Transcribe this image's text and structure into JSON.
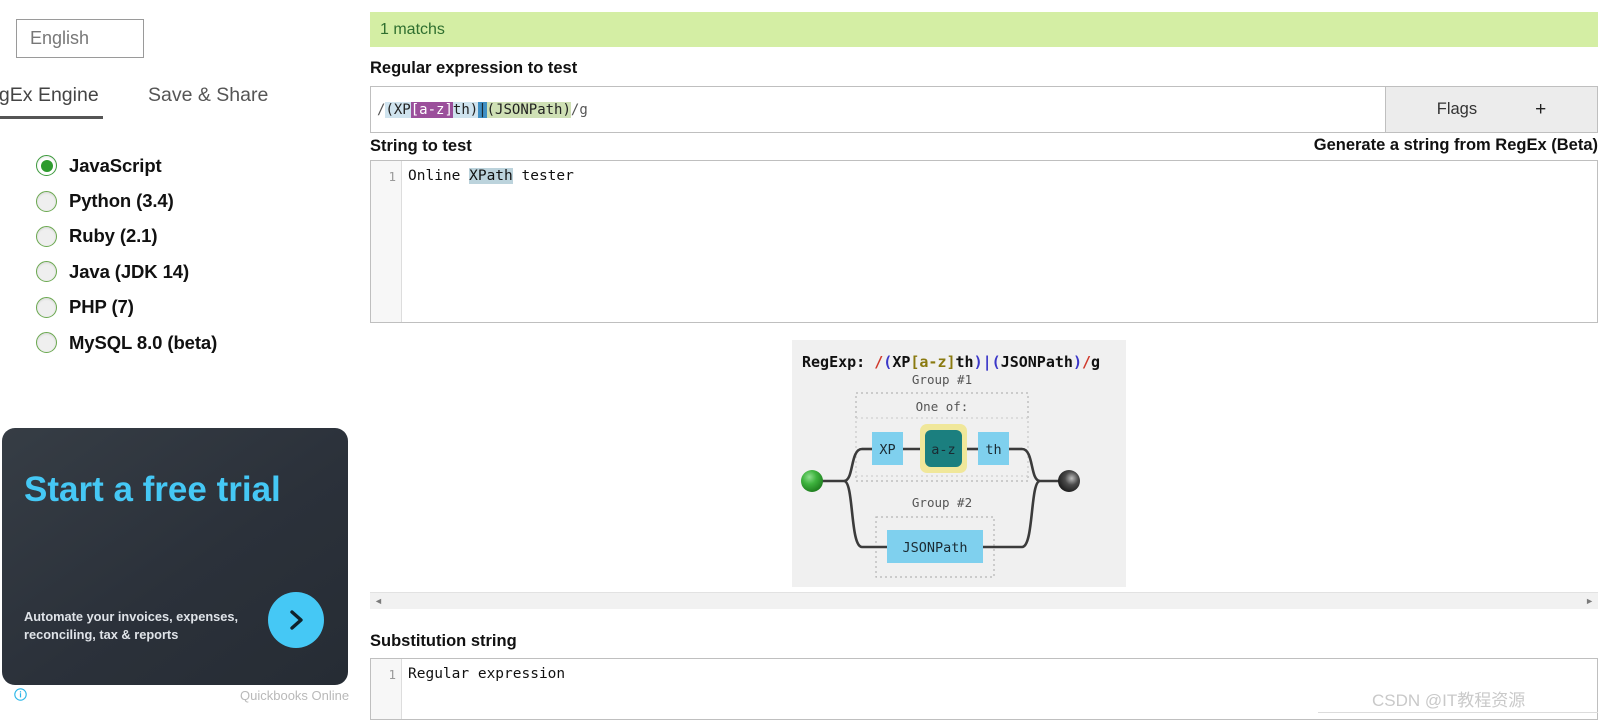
{
  "left_panel": {
    "language_select": {
      "value": "English",
      "icon": "chevron-down-icon"
    },
    "tabs": [
      {
        "label": "RegEx Engine",
        "active": true
      },
      {
        "label": "Save & Share",
        "active": false
      }
    ],
    "engines": [
      {
        "label": "JavaScript",
        "selected": true
      },
      {
        "label": "Python (3.4)",
        "selected": false
      },
      {
        "label": "Ruby (2.1)",
        "selected": false
      },
      {
        "label": "Java (JDK 14)",
        "selected": false
      },
      {
        "label": "PHP (7)",
        "selected": false
      },
      {
        "label": "MySQL 8.0 (beta)",
        "selected": false
      }
    ],
    "ad": {
      "headline": "Start a free trial",
      "subtext": "Automate your invoices, expenses, reconciling, tax & reports",
      "cta_icon": "chevron-right-icon",
      "close_icon": "close-icon",
      "info_icon": "info-icon",
      "brand": "Quickbooks Online"
    }
  },
  "main": {
    "match_banner": "1 matchs",
    "labels": {
      "regex": "Regular expression to test",
      "string": "String to test",
      "substitution": "Substitution string",
      "generate_link": "Generate a string from RegEx (Beta)"
    },
    "regex_input": {
      "full_value": "/(XP[a-z]th)|(JSONPath)/g",
      "tokens": [
        {
          "text": "/",
          "style": "slash"
        },
        {
          "text": "(XP",
          "style": "grp1"
        },
        {
          "text": "[a-z]",
          "style": "class"
        },
        {
          "text": "th)",
          "style": "grp1"
        },
        {
          "text": "|",
          "style": "alt"
        },
        {
          "text": "(JSONPath)",
          "style": "grp2"
        },
        {
          "text": "/g",
          "style": "slash"
        }
      ]
    },
    "flags_button": {
      "label": "Flags",
      "plus": "+"
    },
    "string_editor": {
      "line_number": "1",
      "prefix": "Online ",
      "match": "XPath",
      "suffix": " tester"
    },
    "substitution_editor": {
      "line_number": "1",
      "value": "Regular expression"
    },
    "scrollbar": {
      "left_arrow": "◄",
      "right_arrow": "►"
    }
  },
  "diagram": {
    "title_prefix": "RegExp: ",
    "title_tokens": [
      {
        "text": "/",
        "style": "slash"
      },
      {
        "text": "(",
        "style": "paren"
      },
      {
        "text": "XP",
        "style": "lit"
      },
      {
        "text": "[a-z]",
        "style": "class"
      },
      {
        "text": "th",
        "style": "lit"
      },
      {
        "text": ")",
        "style": "paren"
      },
      {
        "text": "|",
        "style": "paren"
      },
      {
        "text": "(",
        "style": "paren"
      },
      {
        "text": "JSONPath",
        "style": "lit"
      },
      {
        "text": ")",
        "style": "paren"
      },
      {
        "text": "/",
        "style": "slash"
      },
      {
        "text": "g",
        "style": "lit"
      }
    ],
    "group1_caption": "Group #1",
    "oneof_caption": "One of:",
    "group2_caption": "Group #2",
    "nodes": {
      "xp": "XP",
      "az": "a-z",
      "th": "th",
      "jsonpath": "JSONPath"
    },
    "colors": {
      "node_fill": "#7fd0ee",
      "oneof_fill": "#1b7f7f",
      "oneof_wrap": "#f0e79a",
      "start_node": "#35a035",
      "end_node": "#3a3a3a",
      "panel_bg": "#f0f0f0"
    }
  },
  "watermark": "CSDN @IT教程资源"
}
